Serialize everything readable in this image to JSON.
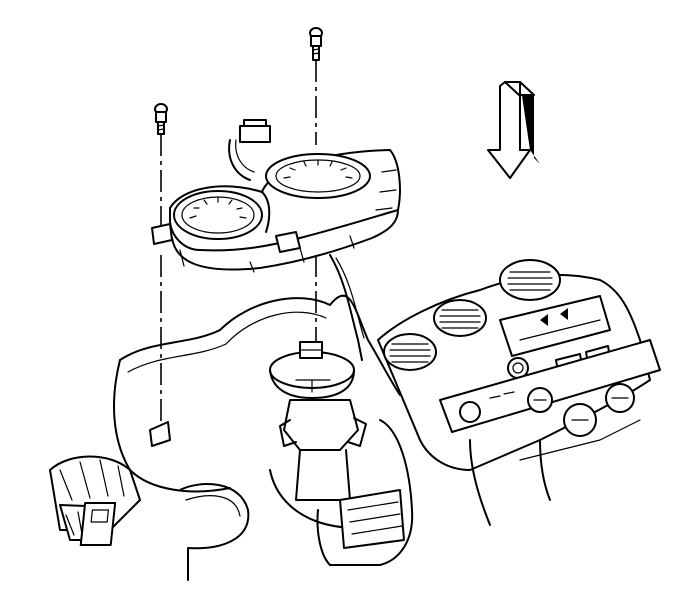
{
  "figure": {
    "description_labels": [],
    "colors": {
      "ink": "#000000",
      "paper": "#ffffff"
    },
    "icons": [
      "bolt-icon",
      "arrow-down-icon"
    ]
  },
  "parts": [
    {
      "name": "instrument-cluster"
    },
    {
      "name": "mounting-bolt-left"
    },
    {
      "name": "mounting-bolt-right"
    },
    {
      "name": "cluster-center-nut"
    },
    {
      "name": "install-direction-arrow"
    },
    {
      "name": "instrument-panel-carrier"
    },
    {
      "name": "center-console-vents"
    }
  ]
}
